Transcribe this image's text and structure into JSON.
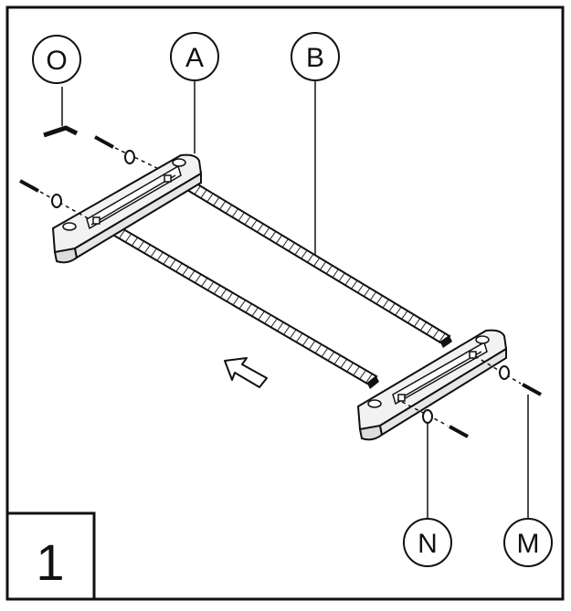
{
  "step": {
    "number": "1"
  },
  "parts": [
    {
      "id": "o",
      "label": "O",
      "name": "allen-key"
    },
    {
      "id": "a",
      "label": "A",
      "name": "end-bracket"
    },
    {
      "id": "b",
      "label": "B",
      "name": "threaded-rod"
    },
    {
      "id": "n",
      "label": "N",
      "name": "washer"
    },
    {
      "id": "m",
      "label": "M",
      "name": "screw"
    }
  ],
  "colors": {
    "ink": "#111111",
    "paper": "#ffffff",
    "bracket_fill": "#f2f2f2"
  }
}
